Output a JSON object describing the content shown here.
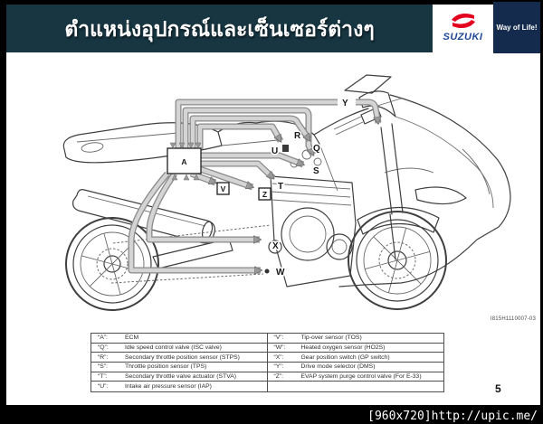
{
  "header": {
    "title": "ตำแหน่งอุปกรณ์และเซ็นเซอร์ต่างๆ",
    "brand": "SUZUKI",
    "tagline": "Way of Life!"
  },
  "colors": {
    "header_bg": "#173642",
    "tagline_bg": "#152b4e",
    "suzuki_red": "#e3001f",
    "suzuki_blue": "#1e4796"
  },
  "diagram": {
    "figure_code": "I815H1110007-03",
    "labels": {
      "a": "A",
      "q": "Q",
      "r": "R",
      "s": "S",
      "t": "T",
      "u": "U",
      "v": "V",
      "w": "W",
      "x": "X",
      "y": "Y",
      "z": "Z"
    }
  },
  "legend": {
    "left": [
      {
        "code": "“A”:",
        "desc": "ECM"
      },
      {
        "code": "“Q”:",
        "desc": "Idle speed control valve (ISC valve)"
      },
      {
        "code": "“R”:",
        "desc": "Secondary throttle position sensor (STPS)"
      },
      {
        "code": "“S”:",
        "desc": "Throttle position sensor (TPS)"
      },
      {
        "code": "“T”:",
        "desc": "Secondary throttle valve actuator (STVA)"
      },
      {
        "code": "“U”:",
        "desc": "Intake air pressure sensor (IAP)"
      }
    ],
    "right": [
      {
        "code": "“V”:",
        "desc": "Tip-over sensor (TOS)"
      },
      {
        "code": "“W”:",
        "desc": "Heated oxygen sensor (HO2S)"
      },
      {
        "code": "“X”:",
        "desc": "Gear position switch (GP switch)"
      },
      {
        "code": "“Y”:",
        "desc": "Drive mode selector (DMS)"
      },
      {
        "code": "“Z”:",
        "desc": "EVAP system purge control valve (For E-33)"
      },
      {
        "code": "",
        "desc": ""
      }
    ]
  },
  "page_number": "5",
  "watermark": "[960x720]http://upic.me/"
}
